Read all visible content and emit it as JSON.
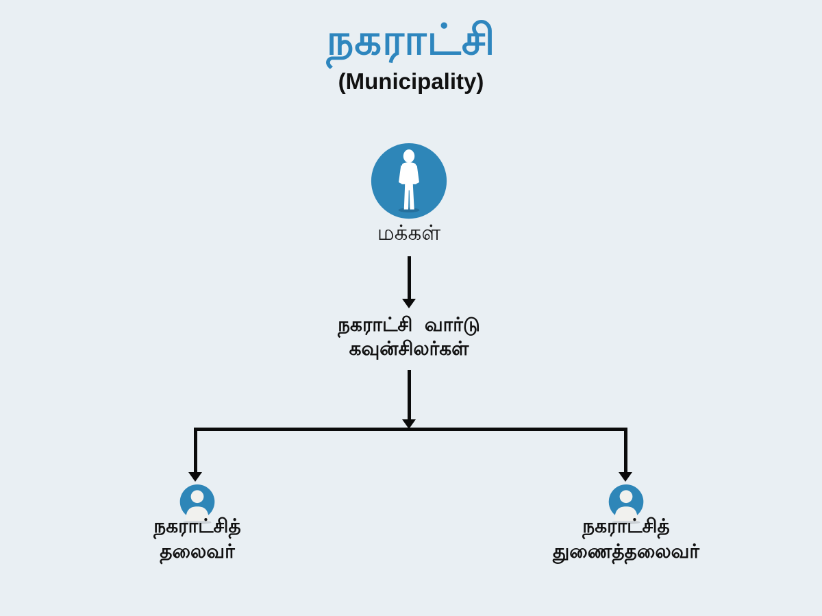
{
  "colors": {
    "background": "#E9EFF3",
    "accent_blue": "#2E86BE",
    "icon_blue": "#2E86B8",
    "text_black": "#111111",
    "line_black": "#0B0B0B",
    "silhouette_white": "#F1F1EE"
  },
  "header": {
    "title": "நகராட்சி",
    "subtitle": "(Municipality)"
  },
  "diagram": {
    "root": {
      "icon": "people-person-icon",
      "label": "மக்கள்"
    },
    "mid": {
      "label_line1": "நகராட்சி வார்டு",
      "label_line2": "கவுன்சிலர்கள்"
    },
    "leaves": [
      {
        "icon": "person-avatar-icon",
        "label_line1": "நகராட்சித்",
        "label_line2": "தலைவர்"
      },
      {
        "icon": "person-avatar-icon",
        "label_line1": "நகராட்சித்",
        "label_line2": "துணைத்தலைவர்"
      }
    ]
  }
}
